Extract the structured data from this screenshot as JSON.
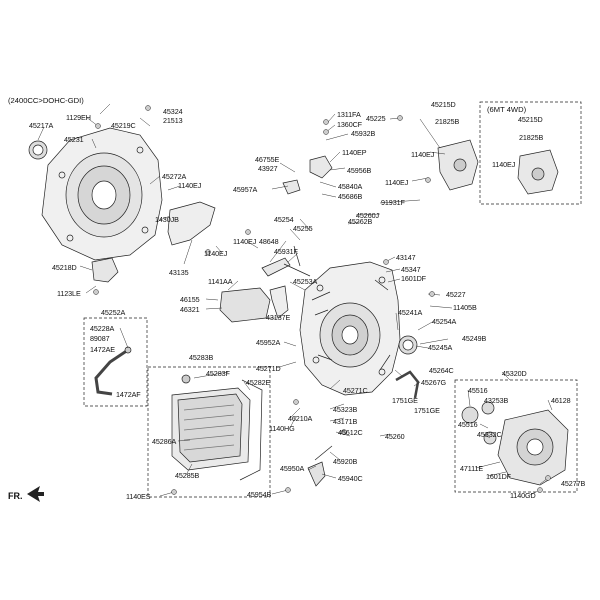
{
  "header": {
    "engine_note": "(2400CC>DOHC-GDI)",
    "mt_note": "(6MT 4WD)"
  },
  "direction": {
    "label": "FR."
  },
  "labels": {
    "p45324": "45324",
    "p1129EH": "1129EH",
    "p21513": "21513",
    "p45217A": "45217A",
    "p45219C": "45219C",
    "p45231": "45231",
    "p45272A": "45272A",
    "p1140EJ_a": "1140EJ",
    "p1430JB": "1430JB",
    "p43135": "43135",
    "p1140EJ_b": "1140EJ",
    "p45218D": "45218D",
    "p1123LE": "1123LE",
    "p1311FA": "1311FA",
    "p1360CF": "1360CF",
    "p45932B": "45932B",
    "p1140EP": "1140EP",
    "p46755E": "46755E",
    "p43927": "43927",
    "p45956B": "45956B",
    "p45957A": "45957A",
    "p45840A": "45840A",
    "p45686B": "45686B",
    "p45225": "45225",
    "p45215D_a": "45215D",
    "p21825B_a": "21825B",
    "p1140EJ_c": "1140EJ",
    "p1140EJ_d": "1140EJ",
    "p91931F": "91931F",
    "p45260J": "45260J",
    "p45262B": "45262B",
    "p45215D_b": "45215D",
    "p21825B_b": "21825B",
    "p1140EJ_e": "1140EJ",
    "p45254": "45254",
    "p45255": "45255",
    "p1140EJ_f": "1140EJ",
    "p48648": "48648",
    "p45931F": "45931F",
    "p45253A": "45253A",
    "p43147": "43147",
    "p45347": "45347",
    "p1601DF_a": "1601DF",
    "p1141AA": "1141AA",
    "p46155": "46155",
    "p46321": "46321",
    "p43137E": "43137E",
    "p45227": "45227",
    "p11405B": "11405B",
    "p45241A": "45241A",
    "p45254A": "45254A",
    "p45249B": "45249B",
    "p45245A": "45245A",
    "p45252A": "45252A",
    "p45228A": "45228A",
    "p89087": "89087",
    "p1472AE": "1472AE",
    "p1472AF": "1472AF",
    "p45952A": "45952A",
    "p45271D": "45271D",
    "p45271C": "45271C",
    "p45264C": "45264C",
    "p45267G": "45267G",
    "p1751GE_a": "1751GE",
    "p1751GE_b": "1751GE",
    "p45283B": "45283B",
    "p45283F": "45283F",
    "p45282E": "45282E",
    "p45286A": "45286A",
    "p45285B": "45285B",
    "p46210A": "46210A",
    "p1140HG": "1140HG",
    "p45323B": "45323B",
    "p43171B": "43171B",
    "p45612C": "45612C",
    "p45260": "45260",
    "p45320D": "45320D",
    "p45516_a": "45516",
    "p43253B": "43253B",
    "p46128": "46128",
    "p45516_b": "45516",
    "p45332C": "45332C",
    "p47111E": "47111E",
    "p1601DF_b": "1601DF",
    "p45920B": "45920B",
    "p45950A": "45950A",
    "p45940C": "45940C",
    "p45954B": "45954B",
    "p1140ES": "1140ES",
    "p45277B": "45277B",
    "p1140GD": "1140GD"
  },
  "colors": {
    "line": "#222222",
    "fill": "#f2f2f2",
    "shade": "#cfcfcf",
    "dark": "#9a9a9a"
  }
}
